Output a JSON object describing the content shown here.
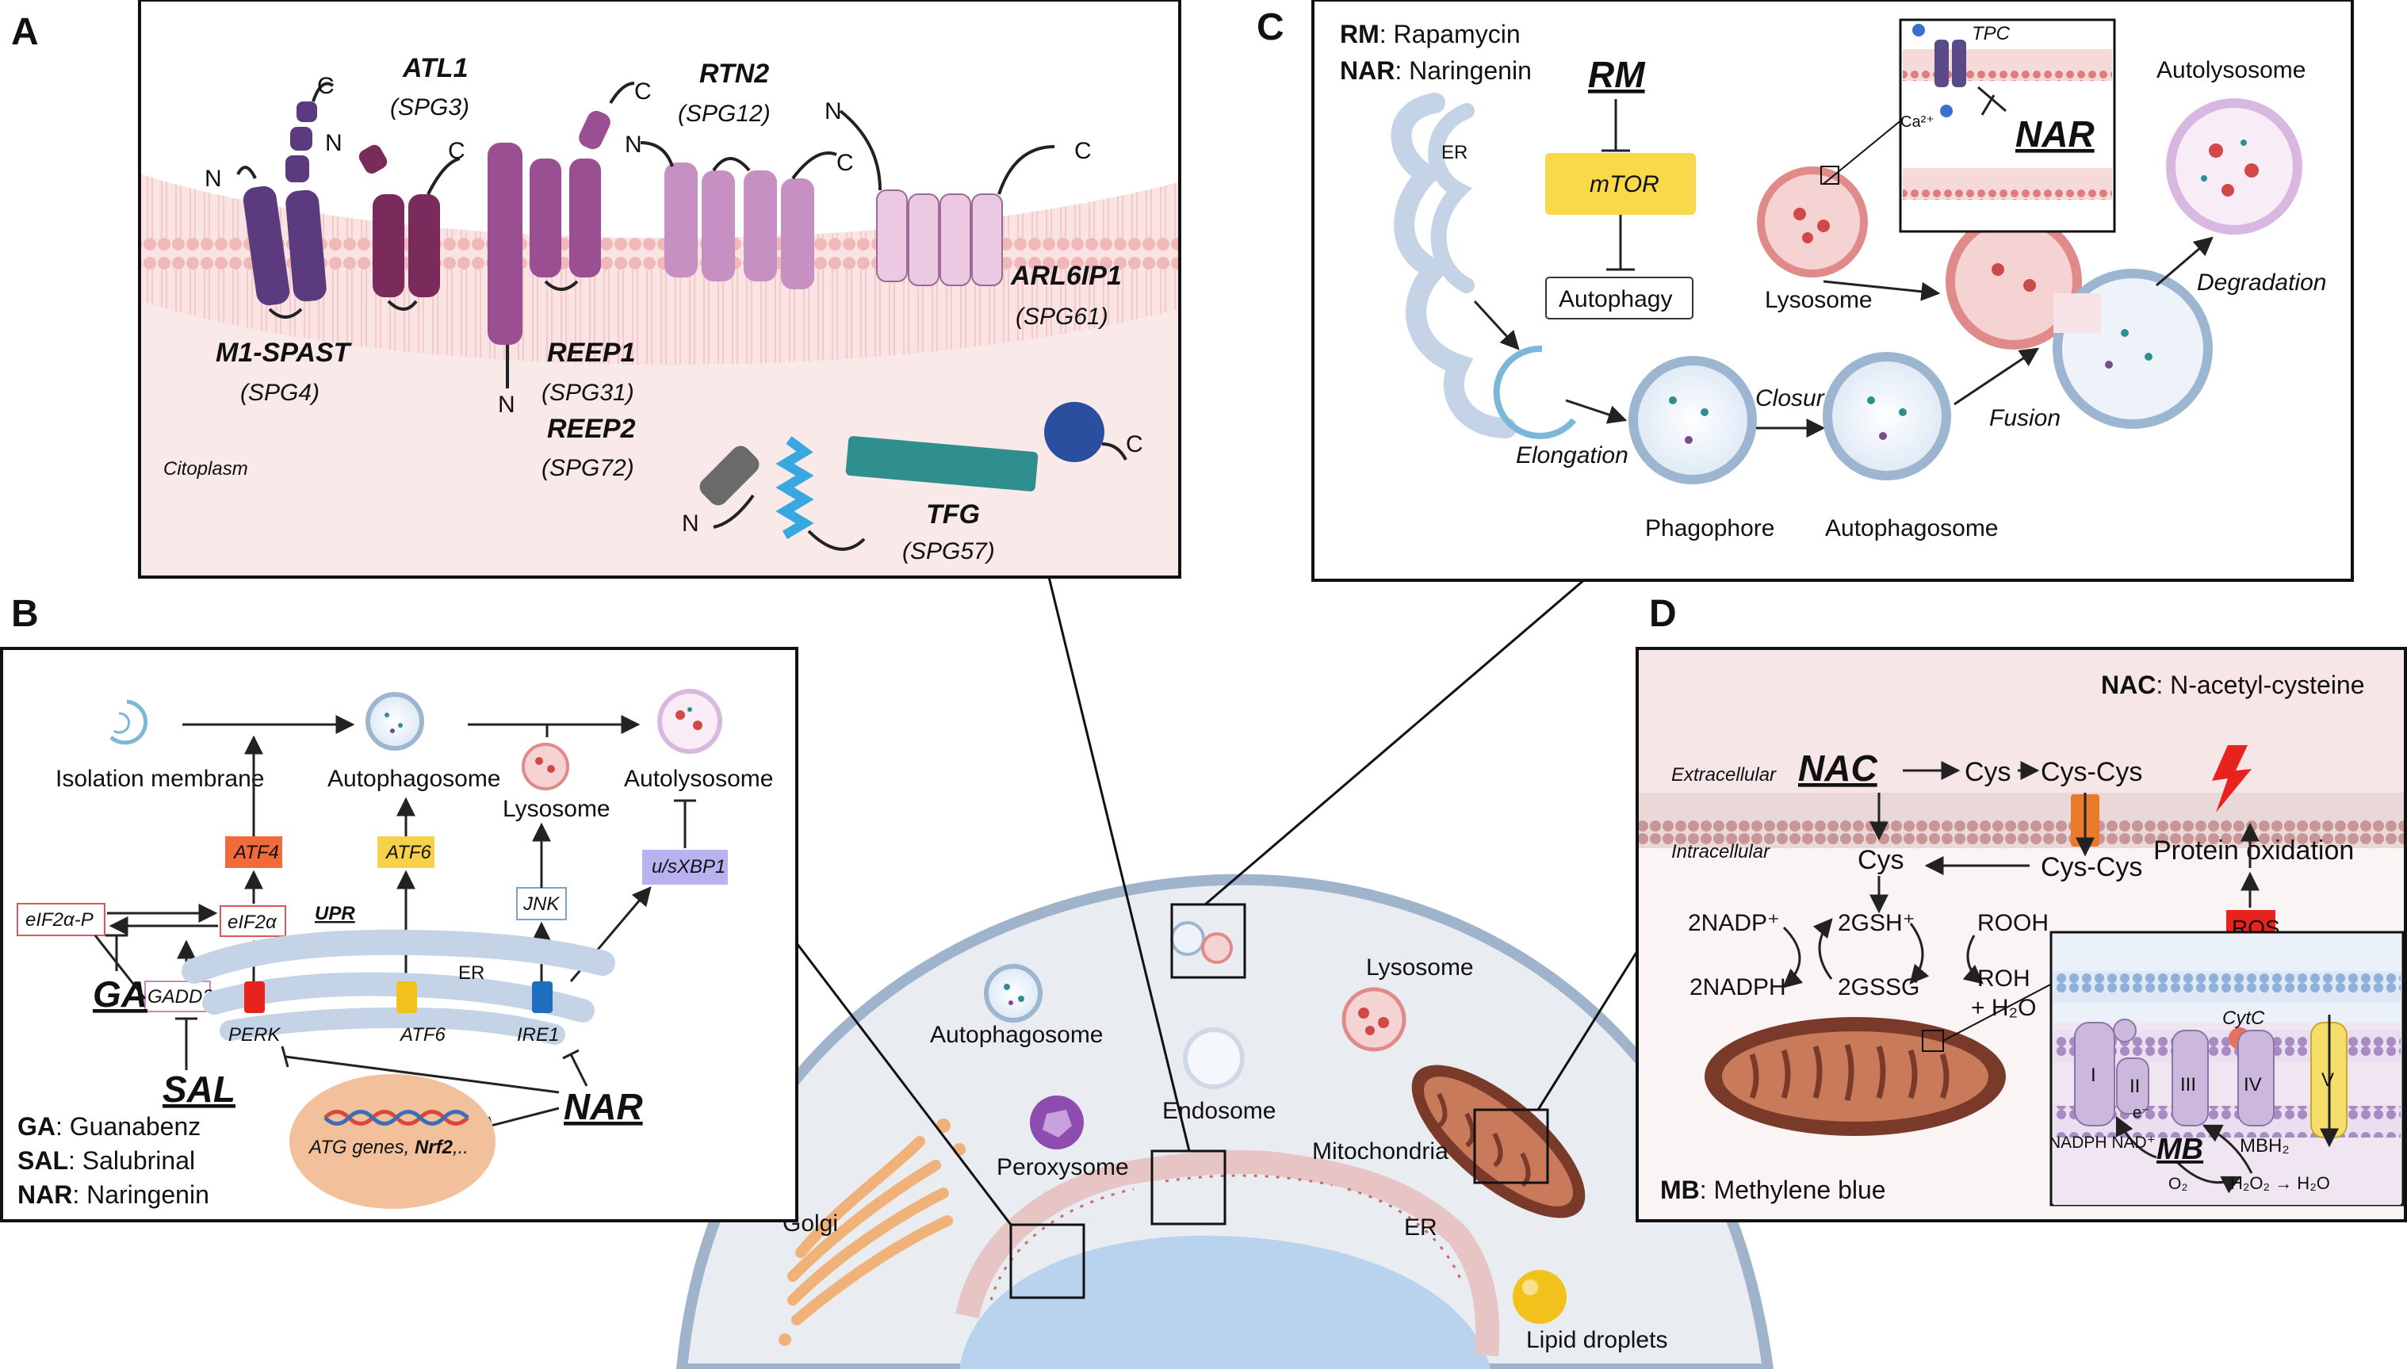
{
  "panels": {
    "a": "A",
    "b": "B",
    "c": "C",
    "d": "D"
  },
  "panel_a": {
    "proteins": [
      {
        "name": "M1-SPAST",
        "gene": "(SPG4)"
      },
      {
        "name": "ATL1",
        "gene": "(SPG3)"
      },
      {
        "name": "REEP1",
        "gene": "(SPG31)"
      },
      {
        "name": "REEP2",
        "gene": "(SPG72)"
      },
      {
        "name": "RTN2",
        "gene": "(SPG12)"
      },
      {
        "name": "ARL6IP1",
        "gene": "(SPG61)"
      },
      {
        "name": "TFG",
        "gene": "(SPG57)"
      }
    ],
    "termini": {
      "n": "N",
      "c": "C"
    },
    "cytoplasm": "Citoplasm",
    "colors": {
      "spast": "#5b3a7e",
      "atl1": "#7b2a5c",
      "reep": "#9a4f93",
      "rtn2": "#c690c2",
      "arl6ip1": "#ecc9e3",
      "tfg_bar": "#2f8f8f",
      "tfg_ball": "#2b4f9e",
      "membrane": "#f0b8b8"
    }
  },
  "panel_b": {
    "isolation_membrane": "Isolation membrane",
    "autophagosome": "Autophagosome",
    "lysosome": "Lysosome",
    "autolysosome": "Autolysosome",
    "atf4": "ATF4",
    "atf6_box": "ATF6",
    "jnk": "JNK",
    "xbp1": "u/sXBP1",
    "eif2a_p": "eIF2α-P",
    "eif2a": "eIF2α",
    "gadd34": "GADD34",
    "upr": "UPR",
    "er": "ER",
    "perk": "PERK",
    "atf6": "ATF6",
    "ire1": "IRE1",
    "ga": "GA",
    "sal": "SAL",
    "nar": "NAR",
    "nucleus_text_a": "ATG genes, ",
    "nucleus_text_b": "Nrf2",
    "nucleus_text_c": ",..",
    "legend": [
      {
        "abbr": "GA",
        "full": ": Guanabenz"
      },
      {
        "abbr": "SAL",
        "full": ": Salubrinal"
      },
      {
        "abbr": "NAR",
        "full": ": Naringenin"
      }
    ]
  },
  "panel_c": {
    "legend": [
      {
        "abbr": "RM",
        "full": ": Rapamycin"
      },
      {
        "abbr": "NAR",
        "full": ": Naringenin"
      }
    ],
    "rm": "RM",
    "mtor": "mTOR",
    "autophagy": "Autophagy",
    "er": "ER",
    "elongation": "Elongation",
    "phagophore": "Phagophore",
    "closure": "Closure",
    "autophagosome": "Autophagosome",
    "fusion": "Fusion",
    "lysosome": "Lysosome",
    "degradation": "Degradation",
    "autolysosome": "Autolysosome",
    "tpc": "TPC",
    "ca": "Ca²⁺",
    "nar": "NAR"
  },
  "panel_d": {
    "nac_legend_abbr": "NAC",
    "nac_legend_full": ": N-acetyl-cysteine",
    "extracellular": "Extracellular",
    "intracellular": "Intracellular",
    "nac": "NAC",
    "cys": "Cys",
    "cys_cys": "Cys-Cys",
    "cys_in": "Cys",
    "cys_cys_in": "Cys-Cys",
    "protein_oxidation": "Protein oxidation",
    "ros": "ROS",
    "nadp": "2NADP⁺",
    "nadph": "2NADPH",
    "gsh": "2GSH⁺",
    "gssg": "2GSSG",
    "rooh": "ROOH",
    "roh": "ROH",
    "h2o": "+ H₂O",
    "cytc": "CytC",
    "complexes": [
      "I",
      "II",
      "III",
      "IV",
      "V"
    ],
    "electron": "e⁻",
    "nadph_nad": "NADPH NAD⁺",
    "mb": "MB",
    "mbh2": "MBH₂",
    "o2": "O₂",
    "h2o2": "H₂O₂ → H₂O",
    "mb_legend_abbr": "MB",
    "mb_legend_full": ": Methylene blue"
  },
  "cell": {
    "autophagosome": "Autophagosome",
    "lysosome": "Lysosome",
    "endosome": "Endosome",
    "peroxysome": "Peroxysome",
    "mitochondria": "Mitochondria",
    "golgi": "Golgi",
    "er": "ER",
    "lipid_droplets": "Lipid droplets"
  }
}
